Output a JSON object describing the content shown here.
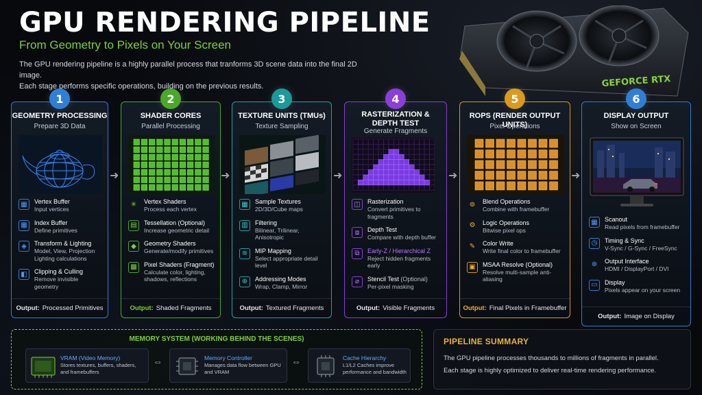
{
  "header": {
    "title": "GPU RENDERING PIPELINE",
    "subtitle": "From Geometry to Pixels on Your Screen",
    "intro_line1": "The GPU rendering pipeline is a highly parallel process that tranforms 3D scene data into the final 2D image.",
    "intro_line2": "Each stage performs specific operations, building on the previous results.",
    "gpu_label": "GEFORCE RTX"
  },
  "stages": [
    {
      "number": "1",
      "name": "GEOMETRY PROCESSING",
      "subtitle": "Prepare 3D Data",
      "color": "#2f7fd6",
      "items": [
        {
          "title": "Vertex Buffer",
          "desc": "Input vertices",
          "icon": "grid-icon"
        },
        {
          "title": "Index Buffer",
          "desc": "Define primitives",
          "icon": "grid-icon"
        },
        {
          "title": "Transform & Lighting",
          "desc": "Model, View, Projection Lighting calculations",
          "icon": "cube-icon"
        },
        {
          "title": "Clipping & Culling",
          "desc": "Remove invisible geometry",
          "icon": "clip-icon"
        }
      ],
      "output_label": "Output:",
      "output_value": "Processed Primitives"
    },
    {
      "number": "2",
      "name": "SHADER CORES",
      "subtitle": "Parallel Processing",
      "color": "#4aa82a",
      "items": [
        {
          "title": "Vertex Shaders",
          "desc": "Process each vertex",
          "icon": "vertex-icon"
        },
        {
          "title": "Tessellation (Optional)",
          "desc": "Increase geometric detail",
          "icon": "mesh-icon"
        },
        {
          "title": "Geometry Shaders",
          "desc": "Generate/modify primitives",
          "icon": "shapes-icon"
        },
        {
          "title": "Pixel Shaders (Fragment)",
          "desc": "Calculate color, lighting, shadows, reflections",
          "icon": "pixel-icon"
        }
      ],
      "output_label": "Output:",
      "output_value": "Shaded Fragments"
    },
    {
      "number": "3",
      "name": "TEXTURE UNITS (TMUs)",
      "subtitle": "Texture Sampling",
      "color": "#1fa4a4",
      "items": [
        {
          "title": "Sample Textures",
          "desc": "2D/3D/Cube maps",
          "icon": "texture-icon"
        },
        {
          "title": "Filtering",
          "desc": "Bilinear, Trilinear, Anisotropic",
          "icon": "filter-icon"
        },
        {
          "title": "MIP Mapping",
          "desc": "Select appropriate detail level",
          "icon": "mip-icon"
        },
        {
          "title": "Addressing Modes",
          "desc": "Wrap, Clamp, Mirror",
          "icon": "address-icon"
        }
      ],
      "output_label": "Output:",
      "output_value": "Textured Fragments"
    },
    {
      "number": "4",
      "name": "RASTERIZATION &",
      "name2": "DEPTH TEST",
      "subtitle": "Generate Fragments",
      "color": "#8b3fd8",
      "items": [
        {
          "title": "Rasterization",
          "desc": "Convert primitives to fragments",
          "icon": "raster-icon"
        },
        {
          "title": "Depth Test",
          "desc": "Compare with depth buffer",
          "icon": "depth-icon"
        },
        {
          "title": "Early-Z / Hierarchical Z",
          "desc": "Reject hidden fragments early",
          "icon": "earlyz-icon"
        },
        {
          "title": "Stencil Test",
          "title_suffix": "(Optional)",
          "desc": "Per-pixel masking",
          "icon": "stencil-icon"
        }
      ],
      "output_label": "Output:",
      "output_value": "Visible Fragments"
    },
    {
      "number": "5",
      "name": "ROPS (RENDER OUTPUT UNITS)",
      "subtitle": "Pixel Operations",
      "color": "#d99a1e",
      "items": [
        {
          "title": "Blend Operations",
          "desc": "Combine with framebuffer",
          "icon": "blend-icon"
        },
        {
          "title": "Logic Operations",
          "desc": "Bitwise pixel ops",
          "icon": "logic-icon"
        },
        {
          "title": "Color Write",
          "desc": "Write final color to framebuffer",
          "icon": "colorwrite-icon"
        },
        {
          "title": "MSAA Resolve (Optional)",
          "desc": "Resolve multi-sample anti-aliasing",
          "icon": "msaa-icon"
        }
      ],
      "output_label": "Output:",
      "output_value": "Final Pixels in Framebuffer"
    },
    {
      "number": "6",
      "name": "DISPLAY OUTPUT",
      "subtitle": "Show on Screen",
      "color": "#2f7fd6",
      "items": [
        {
          "title": "Scanout",
          "desc": "Read pixels from framebuffer",
          "icon": "scanout-icon"
        },
        {
          "title": "Timing & Sync",
          "desc": "V-Sync / G-Sync / FreeSync",
          "icon": "timing-icon"
        },
        {
          "title": "Output Interface",
          "desc": "HDMI / DisplayPort / DVI",
          "icon": "interface-icon"
        },
        {
          "title": "Display",
          "desc": "Pixels appear on your screen",
          "icon": "display-icon"
        }
      ],
      "output_label": "Output:",
      "output_value": "Image on Display"
    }
  ],
  "memory": {
    "title": "MEMORY SYSTEM (WORKING BEHIND THE SCENES)",
    "boxes": [
      {
        "title": "VRAM (Video Memory)",
        "desc": "Stores textures, buffers, shaders, and framebuffers"
      },
      {
        "title": "Memory Controller",
        "desc": "Manages data flow between GPU and VRAM"
      },
      {
        "title": "Cache Hierarchy",
        "desc": "L1/L2 Caches improve performance and bandwidth"
      }
    ]
  },
  "summary": {
    "title": "PIPELINE SUMMARY",
    "line1": "The GPU pipeline processes thousands to millions of fragments in parallel.",
    "line2": "Each stage is highly optimized to deliver real-time rendering performance."
  }
}
